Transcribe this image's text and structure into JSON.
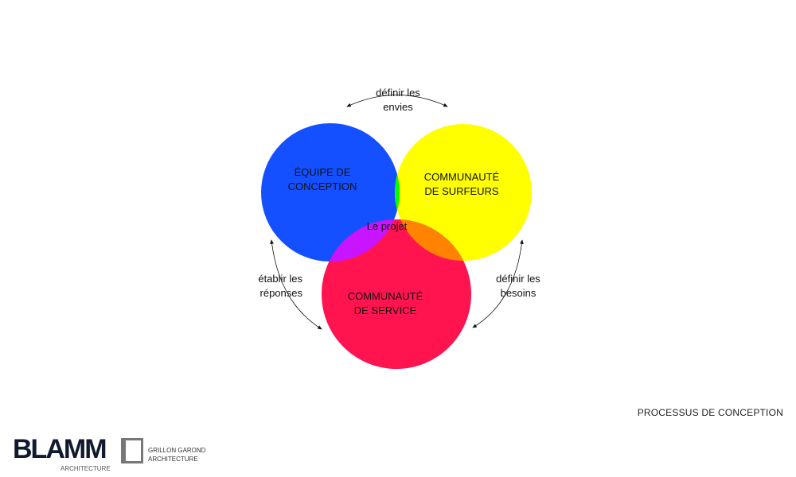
{
  "diagram": {
    "circles": {
      "design_team": {
        "label_line1": "ÉQUIPE DE",
        "label_line2": "CONCEPTION",
        "color": "#1450ff"
      },
      "surfer_community": {
        "label_line1": "COMMUNAUTÉ",
        "label_line2": "DE SURFEURS",
        "color": "#ffff00"
      },
      "service_community": {
        "label_line1": "COMMUNAUTÉ",
        "label_line2": "DE SERVICE",
        "color": "#ff1450"
      }
    },
    "overlaps": {
      "blue_yellow": "#00ff00",
      "blue_red": "#c814ff",
      "yellow_red": "#ff8200",
      "center": "#ffffff"
    },
    "center_label": "Le projet",
    "arrows": {
      "top": {
        "line1": "définir les",
        "line2": "envies"
      },
      "left": {
        "line1": "établir les",
        "line2": "réponses"
      },
      "right": {
        "line1": "définir les",
        "line2": "besoins"
      }
    }
  },
  "footer": {
    "title": "PROCESSUS DE CONCEPTION"
  },
  "logos": {
    "blamm": {
      "main": "BLAMM",
      "sub": "ARCHITECTURE"
    },
    "grillon": {
      "line1": "GRILLON GAROND",
      "line2": "ARCHITECTURE"
    }
  }
}
